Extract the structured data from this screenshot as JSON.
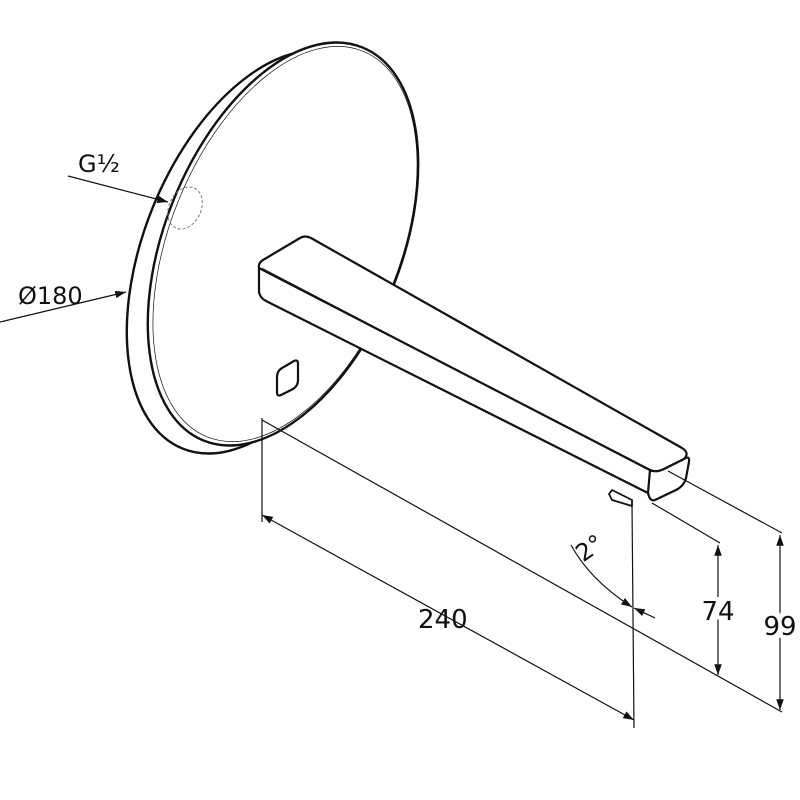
{
  "drawing": {
    "thread_label": "G½",
    "diameter_label": "Ø180",
    "length_label": "240",
    "angle_label": "2°",
    "height_outlet_label": "74",
    "height_total_label": "99"
  },
  "colors": {
    "line": "#111111",
    "background": "#ffffff",
    "hidden_line": "#777777"
  }
}
